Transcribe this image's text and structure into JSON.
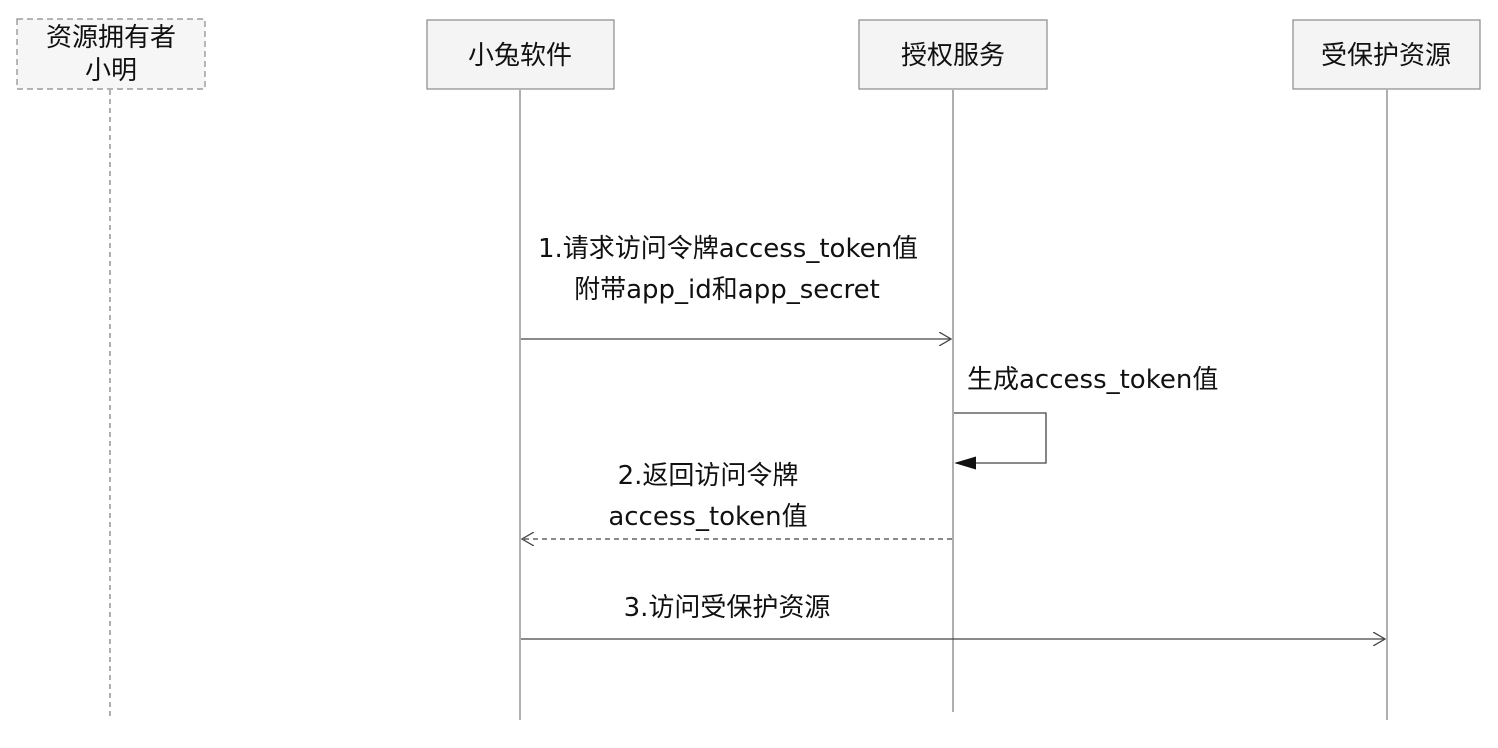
{
  "participants": [
    {
      "id": "owner",
      "lines": [
        "资源拥有者",
        "小明"
      ]
    },
    {
      "id": "app",
      "lines": [
        "小兔软件"
      ]
    },
    {
      "id": "auth",
      "lines": [
        "授权服务"
      ]
    },
    {
      "id": "resource",
      "lines": [
        "受保护资源"
      ]
    }
  ],
  "messages": [
    {
      "id": "m1",
      "lines": [
        "1.请求访问令牌access_token值",
        "附带app_id和app_secret"
      ]
    },
    {
      "id": "m_self",
      "lines": [
        "生成access_token值"
      ]
    },
    {
      "id": "m2",
      "lines": [
        "2.返回访问令牌",
        "access_token值"
      ]
    },
    {
      "id": "m3",
      "lines": [
        "3.访问受保护资源"
      ]
    }
  ]
}
